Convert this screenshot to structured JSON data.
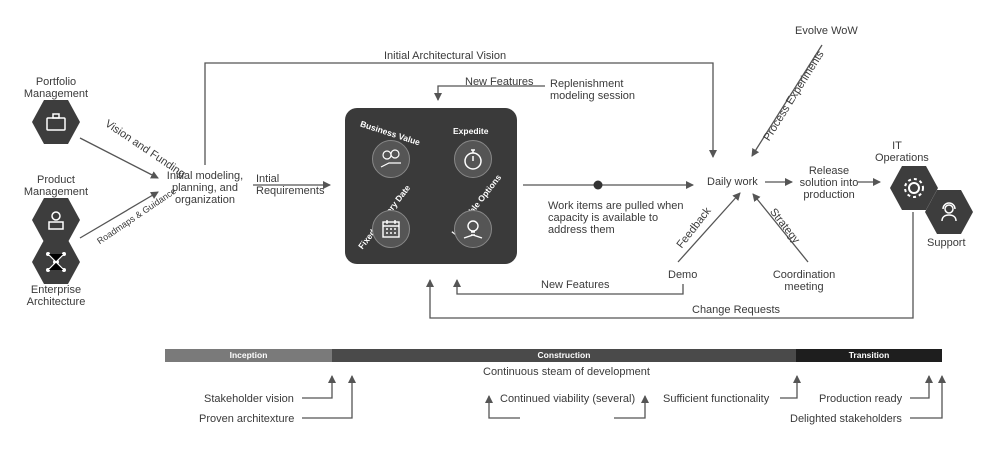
{
  "nodes": {
    "portfolio": "Portfolio Management",
    "product": "Product Management",
    "enterprise": "Enterprise Architecture",
    "initial_modeling": "Initial modeling, planning, and organization",
    "initial_requirements": "Intial Requirements",
    "daily_work": "Daily work",
    "it_operations": "IT Operations",
    "support": "Support",
    "evolve_wow": "Evolve WoW",
    "replenishment": "Replenishment modeling session",
    "demo": "Demo",
    "coordination": "Coordination meeting",
    "release": "Release solution into production",
    "work_items": "Work items are pulled when capacity is available to address them"
  },
  "edges": {
    "vision_funding": "Vision and Funding",
    "roadmaps": "Roadmaps & Guidance",
    "initial_arch_vision": "Initial Architectural Vision",
    "new_features_top": "New Features",
    "new_features_bottom": "New Features",
    "process_experiments": "Process Experiments",
    "feedback": "Feedback",
    "strategy": "Strategy",
    "change_requests": "Change Requests"
  },
  "board": {
    "business_value": "Business Value",
    "expedite": "Expedite",
    "fixed_delivery": "Fixed Delivery Date",
    "intangible": "Intangible Options"
  },
  "phases": {
    "inception": "Inception",
    "construction": "Construction",
    "transition": "Transition"
  },
  "milestones": {
    "continuous": "Continuous steam of development",
    "stakeholder_vision": "Stakeholder vision",
    "proven_architecture": "Proven architexture",
    "continued_viability": "Continued viability (several)",
    "sufficient_functionality": "Sufficient functionality",
    "production_ready": "Production ready",
    "delighted": "Delighted stakeholders"
  },
  "colors": {
    "dark": "#3a3a3a",
    "line": "#555555",
    "inception": "#7a7a7a",
    "construction": "#4a4a4a",
    "transition": "#1e1e1e"
  }
}
